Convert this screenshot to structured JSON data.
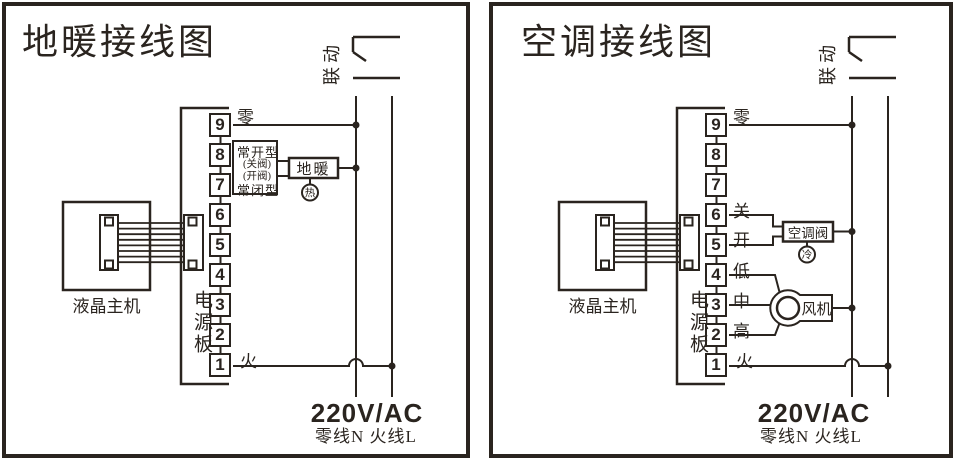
{
  "panels": {
    "left": {
      "title": "地暖接线图",
      "linkage": "联动",
      "terminals": [
        "9",
        "8",
        "7",
        "6",
        "5",
        "4",
        "3",
        "2",
        "1"
      ],
      "labels": {
        "t9": "零",
        "t1": "火"
      },
      "valve_note": {
        "l1": "常开型",
        "l2": "(关阀)",
        "l3": "(开阀)",
        "l4": "常闭型"
      },
      "device": {
        "box": "地暖",
        "circle": "热"
      },
      "power_board": "电源板",
      "lcd_host": "液晶主机",
      "supply": {
        "voltage": "220V/AC",
        "lines": "零线N 火线L"
      }
    },
    "right": {
      "title": "空调接线图",
      "linkage": "联动",
      "terminals": [
        "9",
        "8",
        "7",
        "6",
        "5",
        "4",
        "3",
        "2",
        "1"
      ],
      "labels": {
        "t9": "零",
        "t6": "关",
        "t5": "开",
        "t4": "低",
        "t3": "中",
        "t2": "高",
        "t1": "火"
      },
      "valve": {
        "box": "空调阀",
        "circle": "冷"
      },
      "fan": {
        "box": "风机"
      },
      "power_board": "电源板",
      "lcd_host": "液晶主机",
      "supply": {
        "voltage": "220V/AC",
        "lines": "零线N 火线L"
      }
    }
  },
  "colors": {
    "line": "#2a241f",
    "background": "#ffffff"
  }
}
